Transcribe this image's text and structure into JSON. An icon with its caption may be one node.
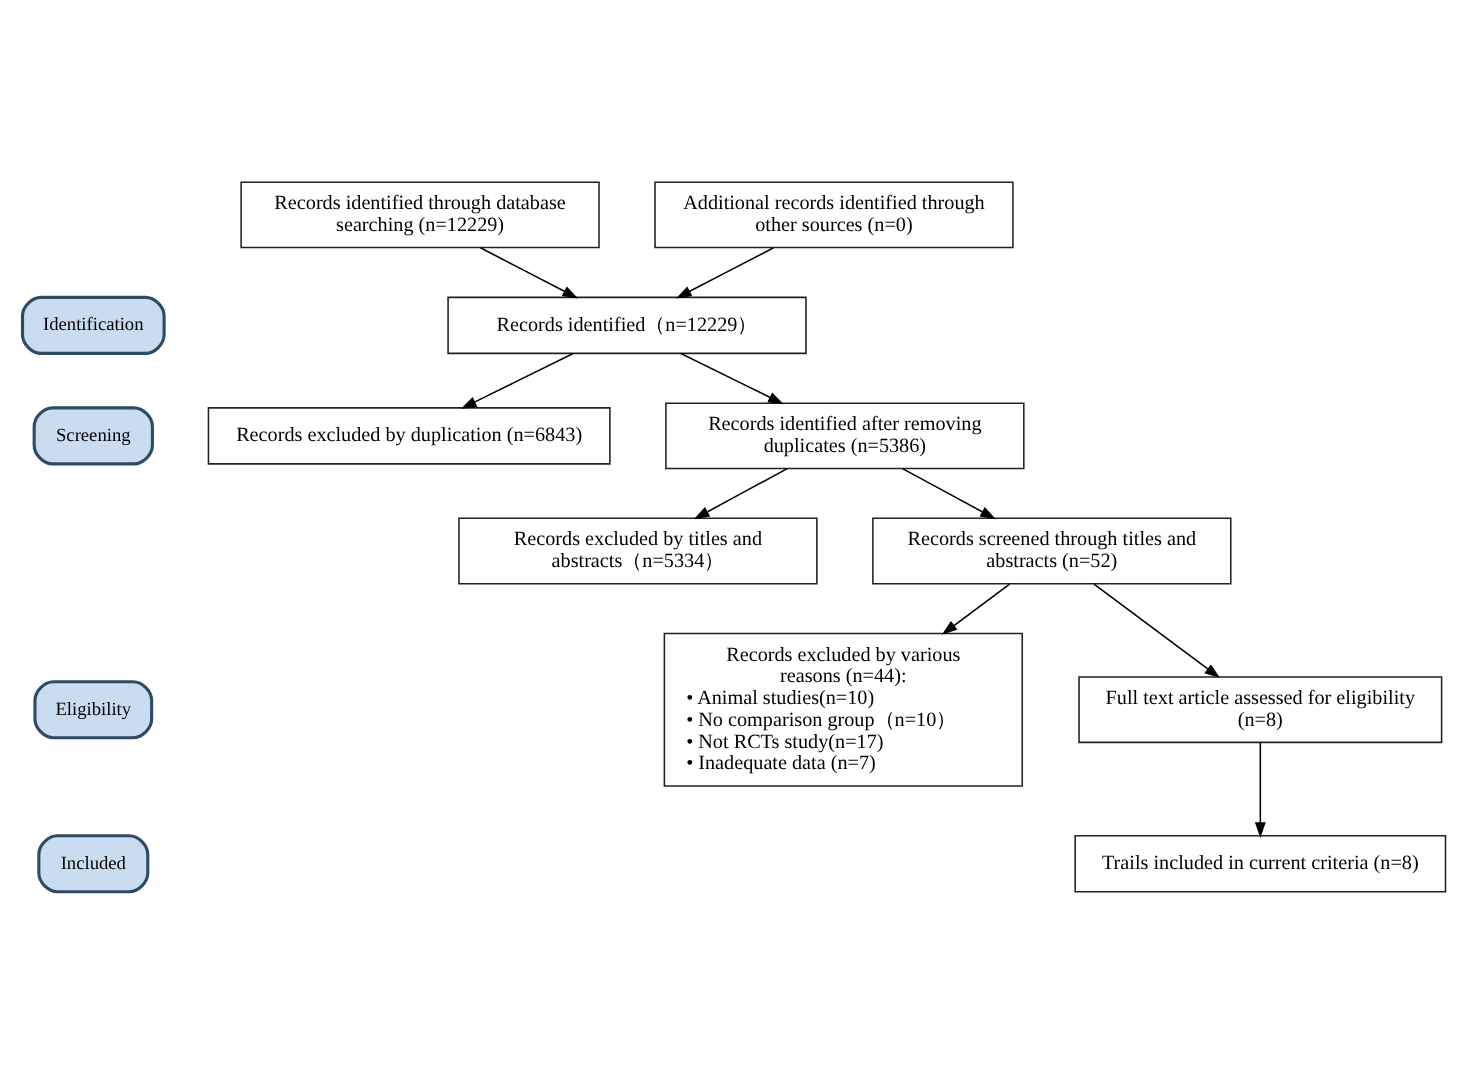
{
  "diagram": {
    "nodes": [
      {
        "text": [
          "Identification"
        ]
      },
      {
        "text": [
          "Screening"
        ]
      },
      {
        "text": [
          "Eligibility"
        ]
      },
      {
        "text": [
          "Included"
        ]
      },
      {
        "text": [
          "Records identified through database searching (n=12229)"
        ]
      },
      {
        "text": [
          "Additional records identified through other sources (n=0)"
        ]
      },
      {
        "text": [
          "Records identified（n=12229）"
        ]
      },
      {
        "text": [
          "Records excluded by duplication (n=6843)"
        ]
      },
      {
        "text": [
          "Records identified after removing duplicates (n=5386)"
        ]
      },
      {
        "text": [
          "Records excluded by titles and abstracts（n=5334）"
        ]
      },
      {
        "text": [
          "Records screened through titles and abstracts (n=52)"
        ]
      },
      {
        "text": [
          "Records excluded by various reasons (n=44):",
          "• Animal studies(n=10)",
          "• No comparison group（n=10）",
          "• Not RCTs study(n=17)",
          "• Inadequate data (n=7)"
        ]
      },
      {
        "text": [
          "Full text article assessed for eligibility (n=8)"
        ]
      },
      {
        "text": [
          "Trails included in current criteria (n=8)"
        ]
      }
    ],
    "edges": [
      {
        "from": 4,
        "to": 6,
        "arrow": "to"
      },
      {
        "from": 5,
        "to": 6,
        "arrow": "to"
      },
      {
        "from": 6,
        "to": 8,
        "arrow": "to"
      },
      {
        "from": 6,
        "to": 7,
        "arrow": "to"
      },
      {
        "from": 8,
        "to": 10,
        "arrow": "to"
      },
      {
        "from": 8,
        "to": 9,
        "arrow": "to"
      },
      {
        "from": 10,
        "to": 12,
        "arrow": "to"
      },
      {
        "from": 10,
        "to": 11,
        "arrow": "to"
      },
      {
        "from": 12,
        "to": 13,
        "arrow": "to"
      }
    ]
  }
}
